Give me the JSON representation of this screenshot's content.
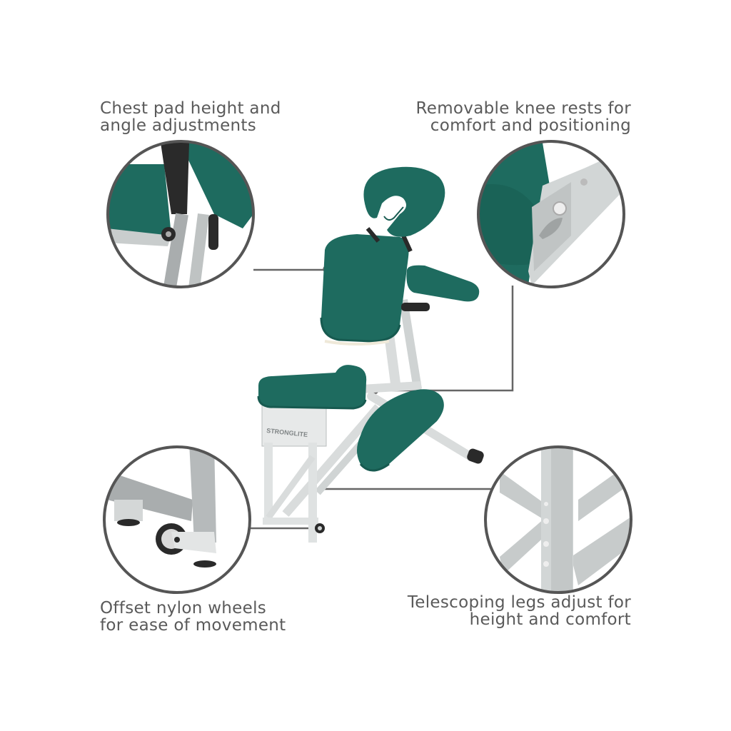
{
  "product": {
    "brand_label": "STRONGLITE",
    "upholstery_color": "#1e6b5f",
    "frame_color": "#d9dcdc"
  },
  "callouts": [
    {
      "id": "chest-pad",
      "line1": "Chest pad height and",
      "line2": "angle adjustments",
      "position": "top-left"
    },
    {
      "id": "knee-rests",
      "line1": "Removable knee rests for",
      "line2": "comfort and positioning",
      "position": "top-right"
    },
    {
      "id": "wheels",
      "line1": "Offset nylon wheels",
      "line2": "for ease of movement",
      "position": "bottom-left"
    },
    {
      "id": "legs",
      "line1": "Telescoping legs adjust for",
      "line2": "height and comfort",
      "position": "bottom-right"
    }
  ],
  "colors": {
    "text": "#5a5a5a",
    "leader_line": "#666666",
    "circle_border": "#555555",
    "teal": "#1e6b5f",
    "teal_dark": "#175a50",
    "metal": "#d9dcdc",
    "metal_dark": "#a9adae",
    "black_part": "#2a2a2a"
  }
}
